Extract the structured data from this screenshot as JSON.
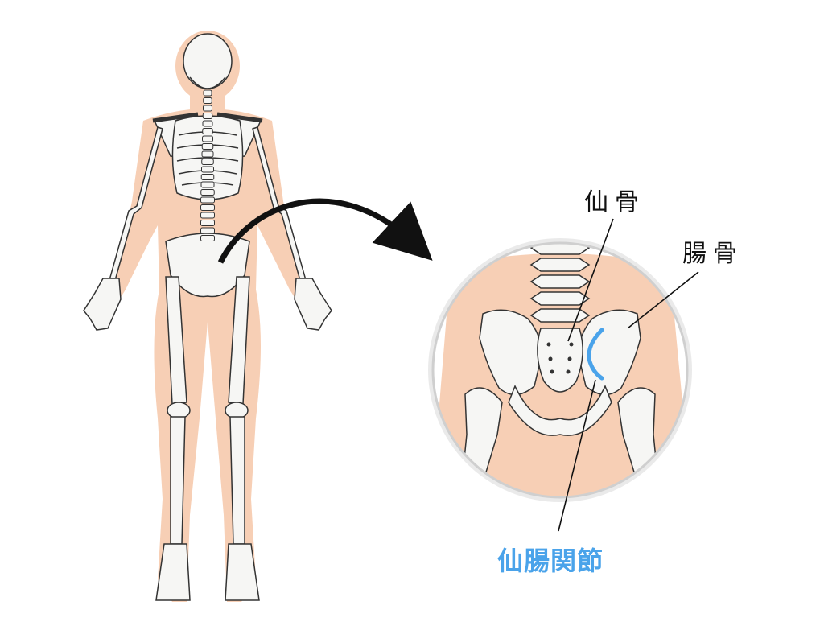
{
  "labels": {
    "sacrum": "仙骨",
    "ilium": "腸骨",
    "sacroiliac_joint": "仙腸関節"
  },
  "colors": {
    "skin": "#f7cfb5",
    "bone": "#f6f6f4",
    "outline": "#333333",
    "joint_highlight": "#4aa3ea",
    "label_text": "#111111",
    "joint_label_text": "#4aa3ea"
  }
}
